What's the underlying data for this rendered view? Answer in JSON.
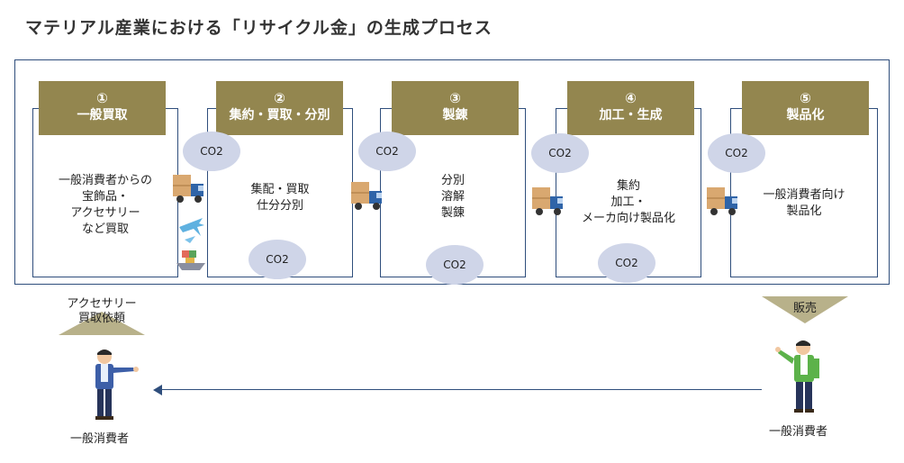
{
  "title": "マテリアル産業における「リサイクル金」の生成プロセス",
  "co2": "CO2",
  "steps": [
    {
      "num": "①",
      "name": "一般買取",
      "lines": [
        "一般消費者からの",
        "宝飾品・",
        "アクセサリー",
        "など買取"
      ]
    },
    {
      "num": "②",
      "name": "集約・買取・分別",
      "lines": [
        "集配・買取",
        "仕分分別"
      ]
    },
    {
      "num": "③",
      "name": "製錬",
      "lines": [
        "分別",
        "溶解",
        "製錬"
      ]
    },
    {
      "num": "④",
      "name": "加工・生成",
      "lines": [
        "集約",
        "加工・",
        "メーカ向け製品化"
      ]
    },
    {
      "num": "⑤",
      "name": "製品化",
      "lines": [
        "一般消費者向け",
        "製品化"
      ]
    }
  ],
  "left_triangle_label": [
    "アクセサリー",
    "買取依頼"
  ],
  "right_triangle_label": "販売",
  "left_person_label": "一般消費者",
  "right_person_label": "一般消費者",
  "colors": {
    "header": "#93864f",
    "frame": "#2f4e7c",
    "bubble": "#cfd5e8",
    "triangle": "#b8b18a"
  }
}
